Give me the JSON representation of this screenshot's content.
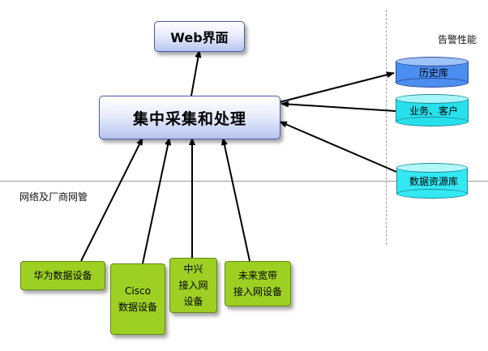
{
  "web_ui": {
    "label": "Web界面"
  },
  "central": {
    "label": "集中采集和处理"
  },
  "alarm_label": "告警性能",
  "network_label": "网络及厂商网管",
  "databases": [
    {
      "label": "历史库"
    },
    {
      "label": "业务、客户"
    },
    {
      "label": "数据资源库"
    }
  ],
  "devices": [
    {
      "label": "华为数据设备"
    },
    {
      "label": "Cisco\n数据设备"
    },
    {
      "label": "中兴\n接入网\n设备"
    },
    {
      "label": "未来宽带\n接入网设备"
    }
  ],
  "colors": {
    "device_green": "#9ed023",
    "history_db_blue": "#4b8ef0",
    "db_cyan": "#27e0ec",
    "box_blue": "#b8c4f0"
  }
}
